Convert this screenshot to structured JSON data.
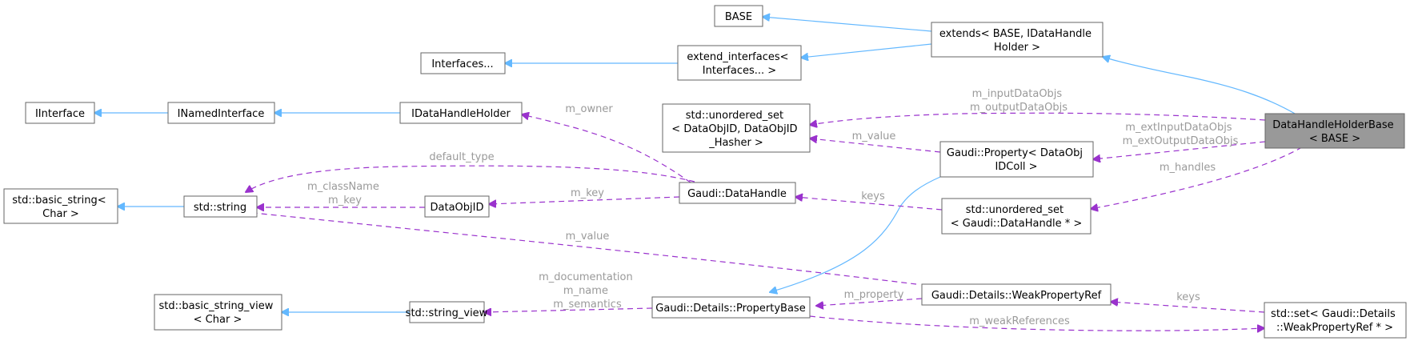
{
  "nodes": {
    "base": [
      "BASE"
    ],
    "extends": [
      "extends< BASE, IDataHandle",
      "Holder >"
    ],
    "extend_interfaces": [
      "extend_interfaces<",
      "Interfaces... >"
    ],
    "interfaces": [
      "Interfaces..."
    ],
    "iinterface": [
      "IInterface"
    ],
    "inamedinterface": [
      "INamedInterface"
    ],
    "idatahandleholder": [
      "IDataHandleHolder"
    ],
    "unordered_set_dataobjid": [
      "std::unordered_set",
      "< DataObjID, DataObjID",
      "_Hasher >"
    ],
    "datahandleholderbase": [
      "DataHandleHolderBase",
      "< BASE >"
    ],
    "gaudi_property": [
      "Gaudi::Property< DataObj",
      "IDColl >"
    ],
    "std_basic_string": [
      "std::basic_string<",
      "Char >"
    ],
    "std_string": [
      "std::string"
    ],
    "dataobjid": [
      "DataObjID"
    ],
    "gaudi_datahandle": [
      "Gaudi::DataHandle"
    ],
    "unordered_set_datahandle": [
      "std::unordered_set",
      "< Gaudi::DataHandle * >"
    ],
    "std_basic_string_view": [
      "std::basic_string_view",
      "< Char >"
    ],
    "std_string_view": [
      "std::string_view"
    ],
    "propertybase": [
      "Gaudi::Details::PropertyBase"
    ],
    "weakpropertyref": [
      "Gaudi::Details::WeakPropertyRef"
    ],
    "std_set_weakref": [
      "std::set< Gaudi::Details",
      "::WeakPropertyRef * >"
    ]
  },
  "edge_labels": {
    "m_owner": [
      "m_owner"
    ],
    "default_type": [
      "default_type"
    ],
    "classname_key": [
      "m_className",
      "m_key"
    ],
    "m_key": [
      "m_key"
    ],
    "input_output": [
      "m_inputDataObjs",
      "m_outputDataObjs"
    ],
    "m_value_top": [
      "m_value"
    ],
    "ext_input_output": [
      "m_extInputDataObjs",
      "m_extOutputDataObjs"
    ],
    "m_handles": [
      "m_handles"
    ],
    "keys_mid": [
      "keys"
    ],
    "m_value_bottom": [
      "m_value"
    ],
    "doc_name_sem": [
      "m_documentation",
      "m_name",
      "m_semantics"
    ],
    "m_property": [
      "m_property"
    ],
    "keys_bottom": [
      "keys"
    ],
    "m_weakreferences": [
      "m_weakReferences"
    ]
  },
  "colors": {
    "inheritance_edge": "#63b8ff",
    "usage_edge": "#9a32cd",
    "edge_label": "#9a9a9a",
    "node_border": "#666666",
    "highlight_fill": "#999999"
  }
}
